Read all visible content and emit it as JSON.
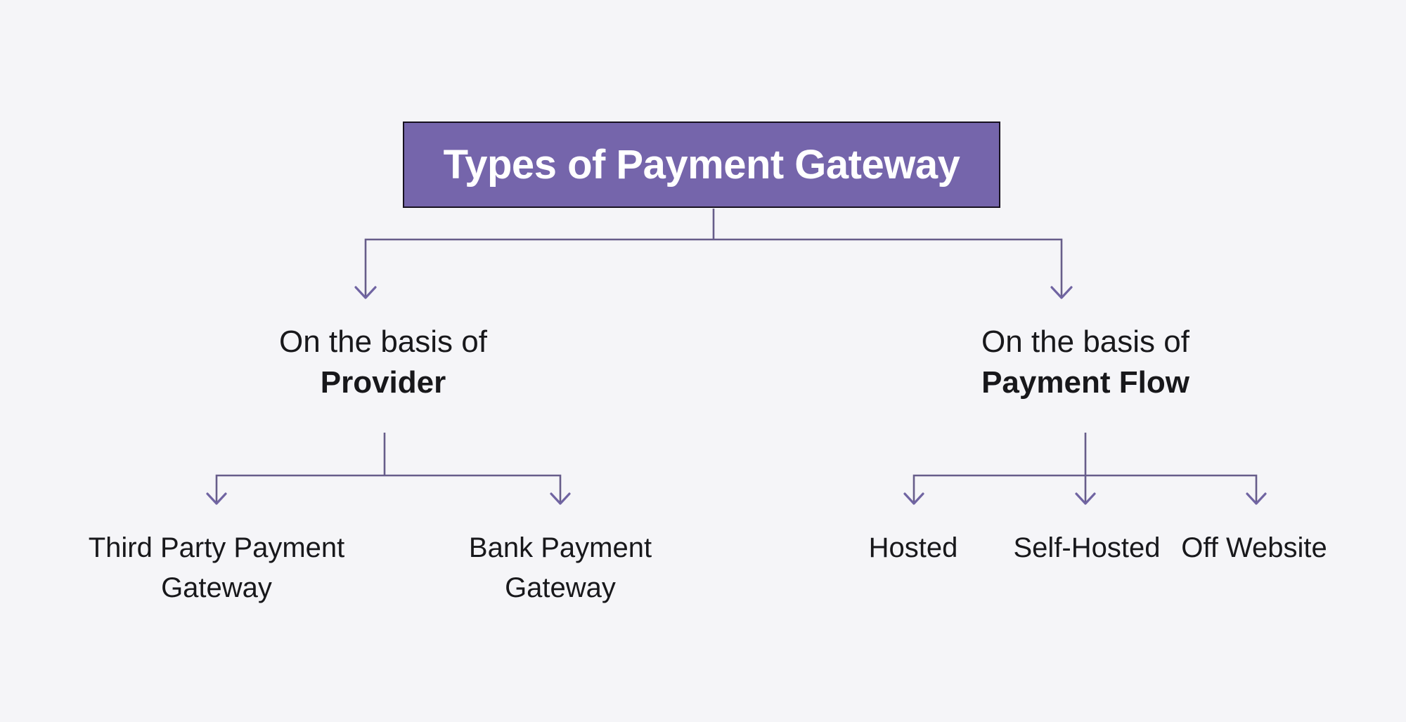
{
  "page": {
    "background_color": "#f5f5f8"
  },
  "diagram": {
    "title": "Types of Payment Gateway",
    "title_box": {
      "fill_color": "#7565ab",
      "border_color": "#17111f",
      "text_color": "#ffffff"
    },
    "connector": {
      "line_color": "#675d8a",
      "arrow_color": "#7064a2",
      "arrow_icon": "arrow-down-icon"
    },
    "text_color": "#18181b",
    "branches": [
      {
        "id": "provider",
        "label_prefix": "On the basis of",
        "label_emphasis": "Provider",
        "children": [
          {
            "line1": "Third Party Payment",
            "line2": "Gateway"
          },
          {
            "line1": "Bank Payment",
            "line2": "Gateway"
          }
        ]
      },
      {
        "id": "payment-flow",
        "label_prefix": "On the basis of",
        "label_emphasis": "Payment Flow",
        "children": [
          {
            "line1": "Hosted"
          },
          {
            "line1": "Self-Hosted"
          },
          {
            "line1": "Off Website"
          }
        ]
      }
    ]
  }
}
